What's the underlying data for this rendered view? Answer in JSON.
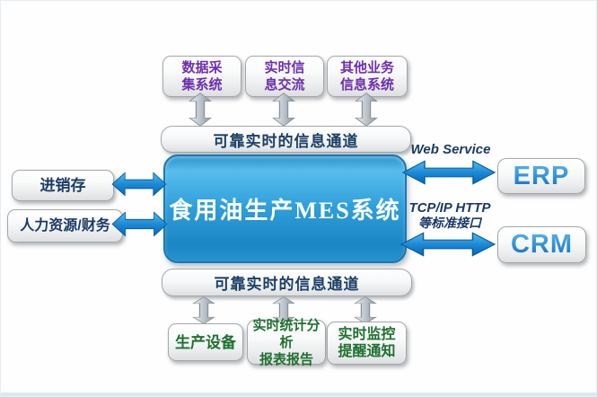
{
  "colors": {
    "mes_blue": "#2296d5",
    "arrow_blue": "#1b8ad6",
    "arrow_gray": "#b5bcc3",
    "purple_text": "#6d2fae",
    "navy_text": "#1a3a66",
    "green_text": "#1f7030",
    "erp_crm_blue": "#2e8fd8"
  },
  "center": {
    "title": "食用油生产MES系统"
  },
  "top_channel": {
    "label": "可靠实时的信息通道"
  },
  "bottom_channel": {
    "label": "可靠实时的信息通道"
  },
  "top_boxes": [
    {
      "line1": "数据采",
      "line2": "集系统"
    },
    {
      "line1": "实时信",
      "line2": "息交流"
    },
    {
      "line1": "其他业务",
      "line2": "信息系统"
    }
  ],
  "left_boxes": [
    {
      "label": "进销存"
    },
    {
      "label": "人力资源/财务"
    }
  ],
  "right": {
    "erp_interface": "Web Service",
    "erp_label": "ERP",
    "crm_interface_line1": "TCP/IP HTTP",
    "crm_interface_line2": "等标准接口",
    "crm_label": "CRM"
  },
  "bottom_boxes": [
    {
      "line1": "生产设备"
    },
    {
      "line1": "实时统计分析",
      "line2": "报表报告"
    },
    {
      "line1": "实时监控",
      "line2": "提醒通知"
    }
  ]
}
